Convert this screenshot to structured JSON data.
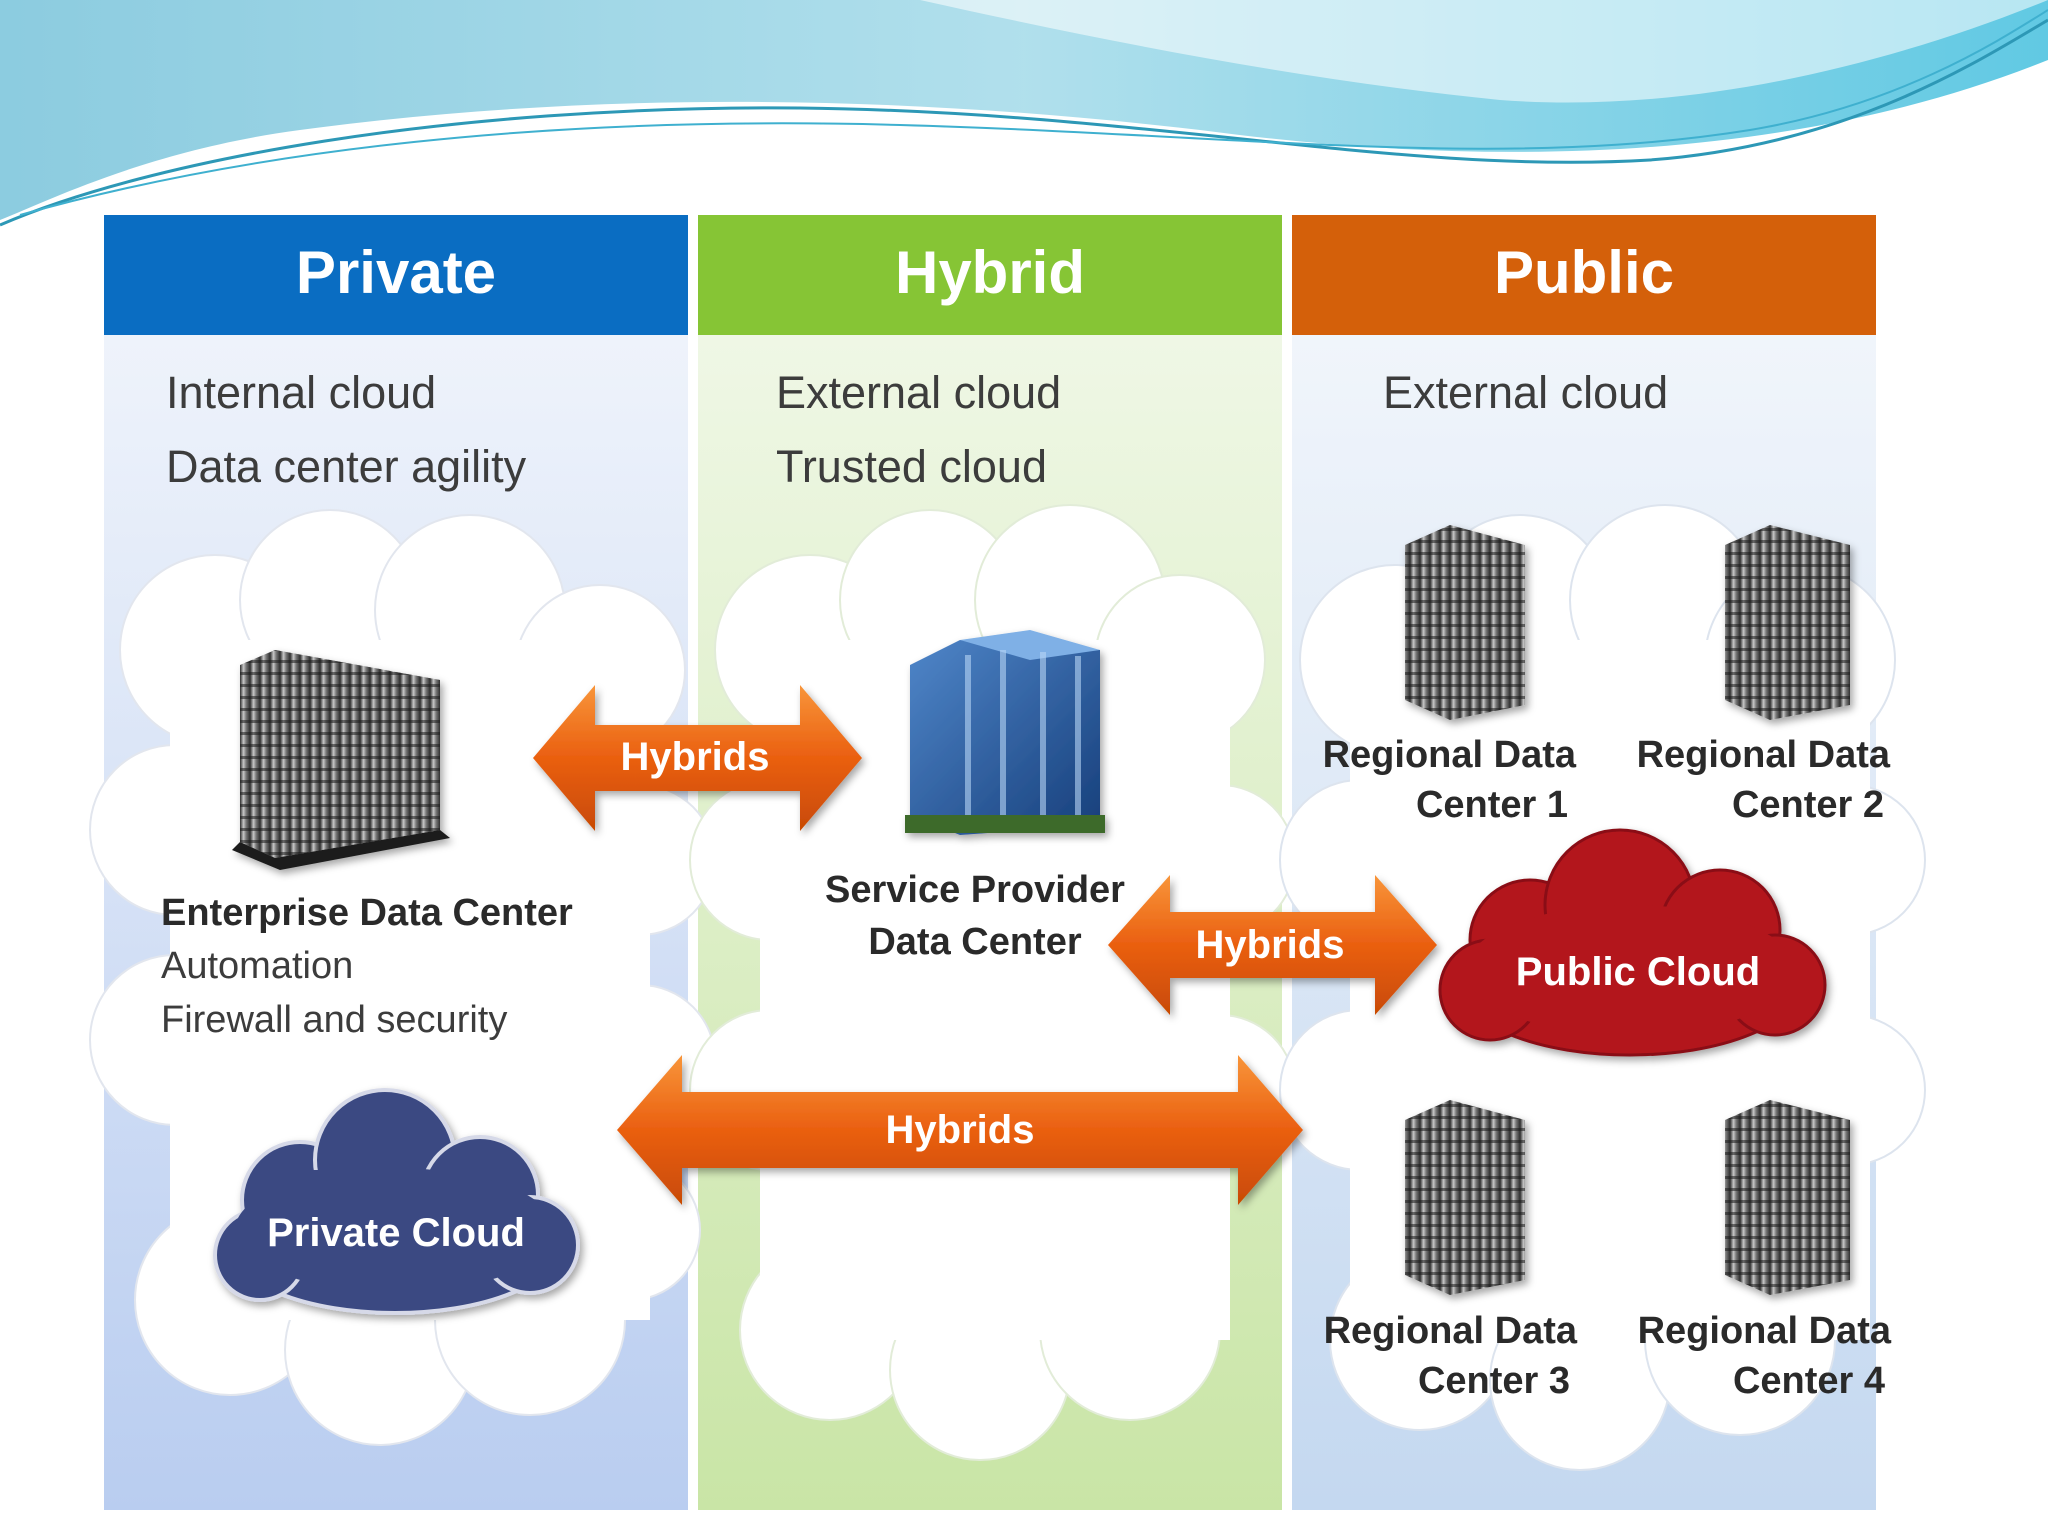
{
  "columns": {
    "private": {
      "title": "Private",
      "line1": "Internal cloud",
      "line2": "Data center agility",
      "center_title": "Enterprise Data Center",
      "center_line1": "Automation",
      "center_line2": "Firewall and security",
      "cloud_label": "Private Cloud",
      "color": "#0a6dc2"
    },
    "hybrid": {
      "title": "Hybrid",
      "line1": "External cloud",
      "line2": "Trusted cloud",
      "center_line1": "Service Provider",
      "center_line2": "Data Center",
      "color": "#86c535"
    },
    "public": {
      "title": "Public",
      "line1": "External cloud",
      "cloud_label": "Public Cloud",
      "color": "#d4600a",
      "regions": [
        {
          "line1": "Regional Data",
          "line2": "Center 1"
        },
        {
          "line1": "Regional Data",
          "line2": "Center 2"
        },
        {
          "line1": "Regional Data",
          "line2": "Center 3"
        },
        {
          "line1": "Regional Data",
          "line2": "Center 4"
        }
      ]
    }
  },
  "arrows": {
    "top": "Hybrids",
    "middle": "Hybrids",
    "bottom": "Hybrids",
    "color": "#ee6a14"
  }
}
